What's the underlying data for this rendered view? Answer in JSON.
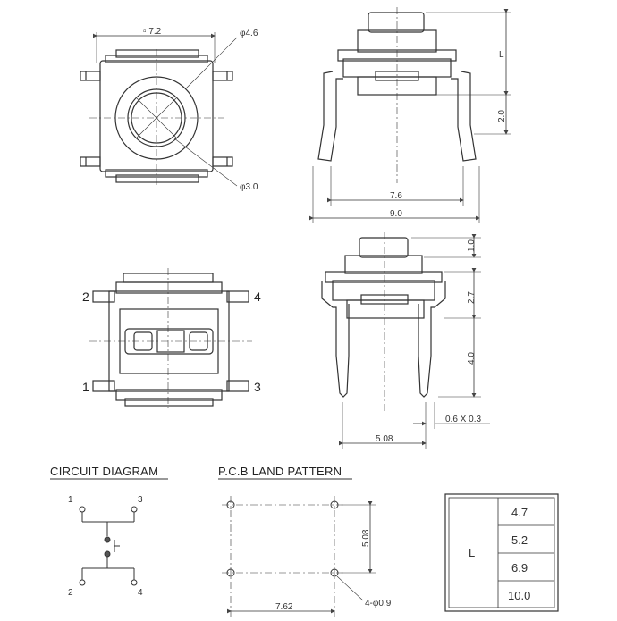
{
  "top_view": {
    "width_label": "▫ 7.2",
    "diam_top_label": "φ4.6",
    "diam_bottom_label": "φ3.0"
  },
  "side_view_top": {
    "l_label": "L",
    "height_label": "2.0",
    "inner_width_label": "7.6",
    "outer_width_label": "9.0"
  },
  "bottom_view": {
    "pin1": "1",
    "pin2": "2",
    "pin3": "3",
    "pin4": "4"
  },
  "side_view_bottom": {
    "dim1": "1.0",
    "dim2": "2.7",
    "dim3": "4.0",
    "pin_size": "0.6 X 0.3",
    "pitch": "5.08"
  },
  "circuit": {
    "title": "CIRCUIT DIAGRAM",
    "pin1": "1",
    "pin2": "2",
    "pin3": "3",
    "pin4": "4"
  },
  "pcb": {
    "title": "P.C.B LAND PATTERN",
    "vertical": "5.08",
    "horizontal": "7.62",
    "holes": "4-φ0.9"
  },
  "table": {
    "label": "L",
    "values": [
      "4.7",
      "5.2",
      "6.9",
      "10.0"
    ]
  }
}
